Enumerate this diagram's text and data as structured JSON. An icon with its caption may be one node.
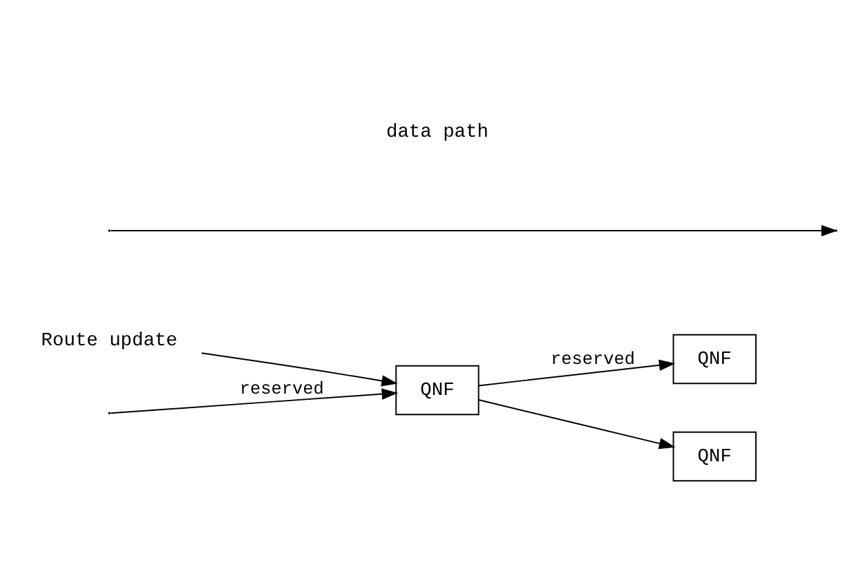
{
  "diagram": {
    "nodes": [
      {
        "text": [
          "Route update"
        ]
      },
      {
        "text": [
          "QNF"
        ]
      },
      {
        "text": [
          "QNF"
        ]
      },
      {
        "text": [
          "QNF"
        ]
      }
    ],
    "edges": [
      {
        "from": 0,
        "to": 1,
        "arrow": "to"
      },
      {
        "from": null,
        "to": 1,
        "arrow": "to",
        "label": "reserved"
      },
      {
        "from": 1,
        "to": 2,
        "arrow": "to",
        "label": "reserved"
      },
      {
        "from": 1,
        "to": 3,
        "arrow": "to"
      }
    ],
    "labels": [
      "data path"
    ]
  }
}
